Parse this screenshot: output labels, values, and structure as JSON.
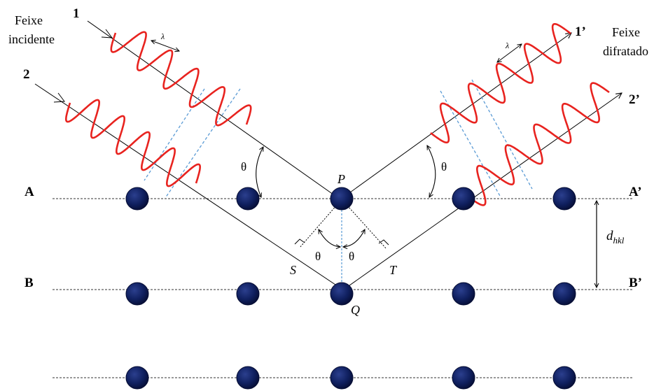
{
  "beams": {
    "incident_label": [
      "Feixe",
      "incidente"
    ],
    "diffracted_label": [
      "Feixe",
      "difratado"
    ],
    "ray_1": "1",
    "ray_2": "2",
    "ray_1_prime": "1’",
    "ray_2_prime": "2’",
    "wavelength_symbol": "λ"
  },
  "planes": {
    "left_top": "A",
    "right_top": "A’",
    "left_mid": "B",
    "right_mid": "B’"
  },
  "points": {
    "p": "P",
    "q": "Q",
    "s": "S",
    "t": "T"
  },
  "angle_symbol": "θ",
  "spacing": {
    "d": "d",
    "subscript": "hkl"
  },
  "colors": {
    "wave": "#e8231f",
    "atom": "#0f1f5e",
    "atom_edge": "#060d33",
    "wavefront": "#5b9bd5",
    "ray": "#000000"
  }
}
